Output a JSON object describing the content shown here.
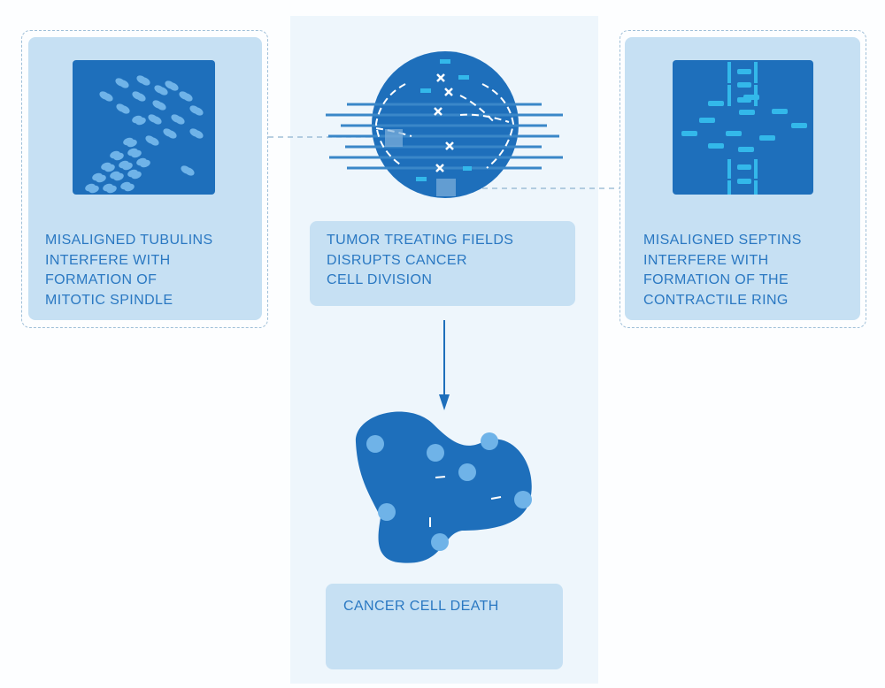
{
  "left_panel": {
    "caption": "MISALIGNED TUBULINS\nINTERFERE WITH\nFORMATION OF\nMITOTIC SPINDLE"
  },
  "center_panel": {
    "caption": "TUMOR TREATING FIELDS\nDISRUPTS CANCER\nCELL DIVISION"
  },
  "right_panel": {
    "caption": "MISALIGNED SEPTINS\nINTERFERE WITH\nFORMATION OF THE\nCONTRACTILE RING"
  },
  "result_panel": {
    "caption": "CANCER CELL DEATH"
  },
  "colors": {
    "dark_blue": "#1e6fbb",
    "light_panel": "#c6e0f3",
    "accent_cyan": "#33b8ea",
    "text": "#2a78c2"
  }
}
